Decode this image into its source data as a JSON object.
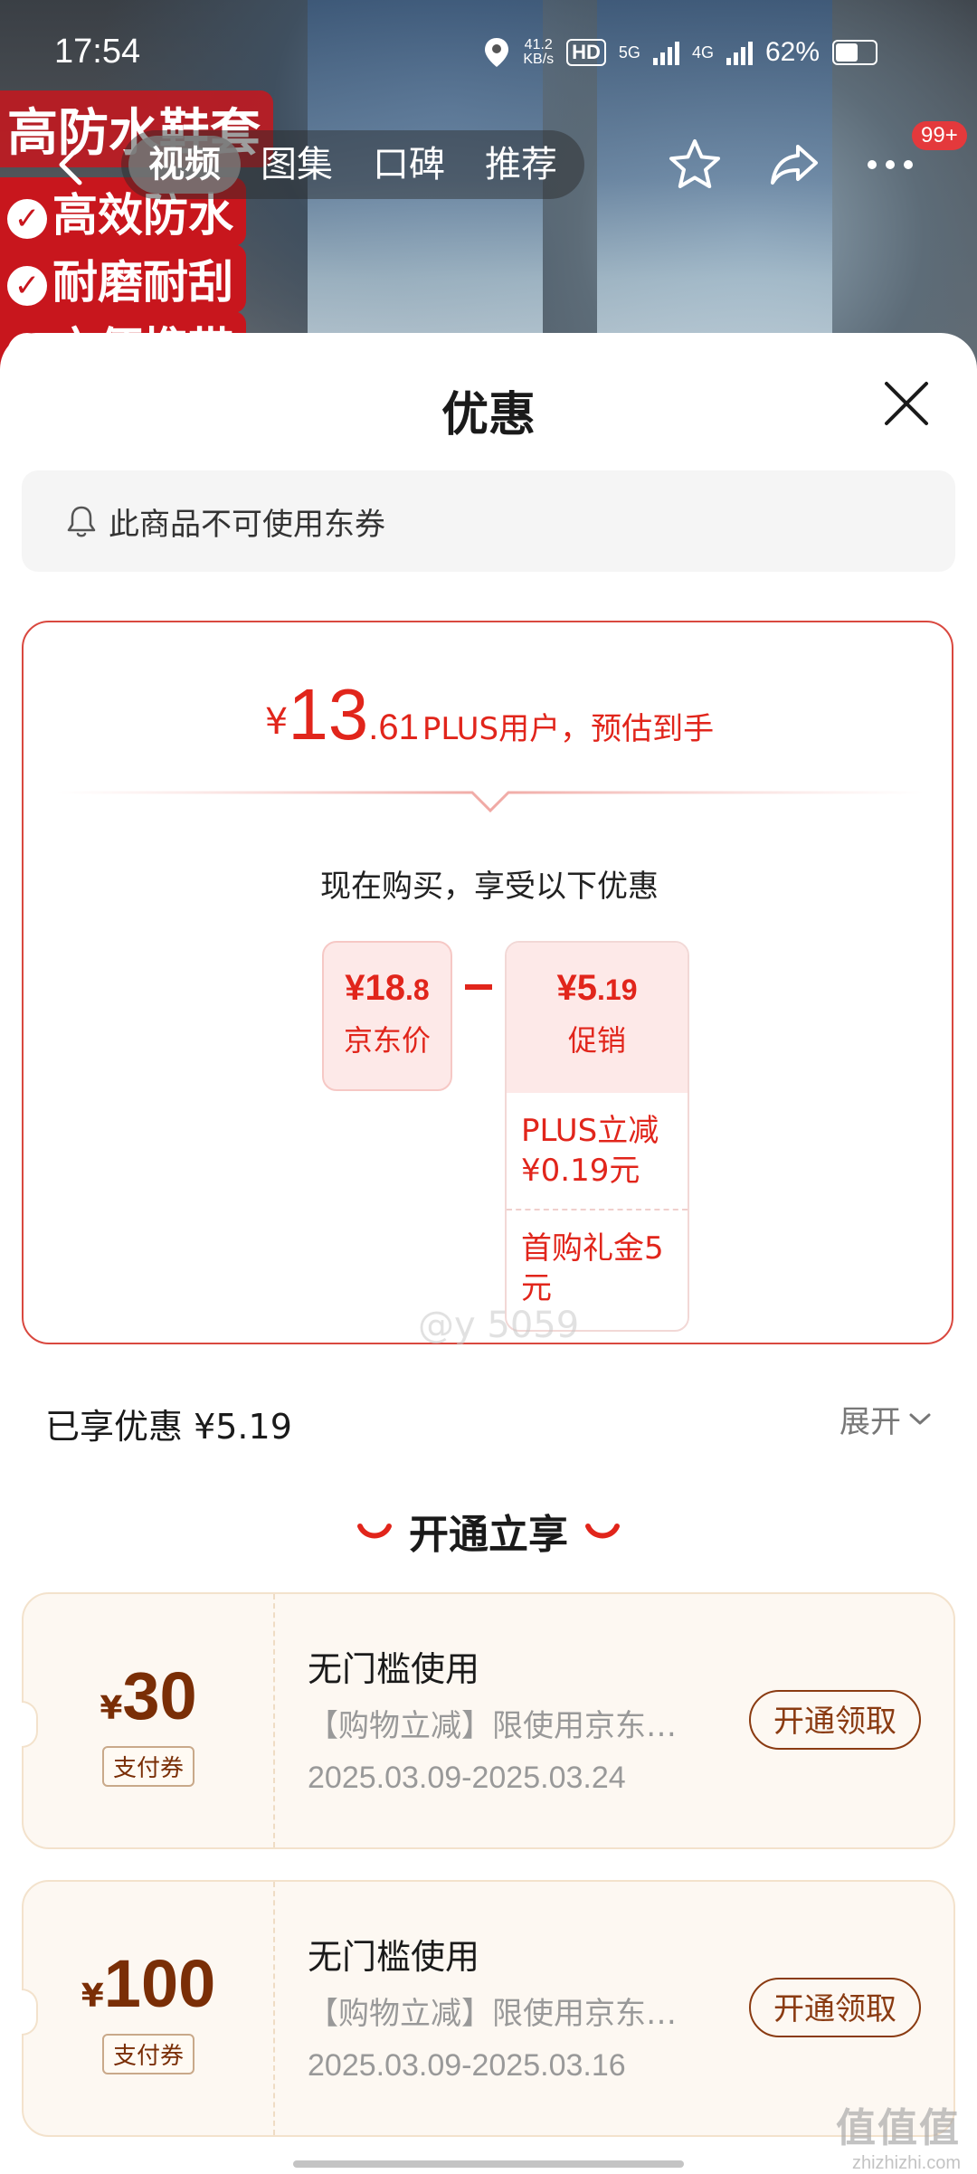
{
  "status_bar": {
    "time": "17:54",
    "net_speed_value": "41.2",
    "net_speed_unit": "KB/s",
    "hd": "HD",
    "net_5g": "5G",
    "net_4g": "4G",
    "battery_percent": "62%",
    "battery_level": 0.62
  },
  "background": {
    "promo_lines": [
      "高防水鞋套",
      "高效防水",
      "耐磨耐刮",
      "方便携带"
    ]
  },
  "nav": {
    "tabs": [
      "视频",
      "图集",
      "口碑",
      "推荐"
    ],
    "active_tab": "视频",
    "badge": "99+"
  },
  "sheet": {
    "title": "优惠",
    "notice": "此商品不可使用东券"
  },
  "price_card": {
    "currency": "¥",
    "final_int": "13",
    "final_dec": ".61",
    "final_text": "PLUS用户，预估到手",
    "buy_now_text": "现在购买，享受以下优惠",
    "jd_price_int": "¥18",
    "jd_price_dec": ".8",
    "jd_price_label": "京东价",
    "promo_int": "¥5",
    "promo_dec": ".19",
    "promo_label": "促销",
    "promo_items": [
      "PLUS立减¥0.19元",
      "首购礼金5元"
    ],
    "watermark": "@y 5059"
  },
  "summary": {
    "enjoyed": "已享优惠 ¥5.19",
    "expand": "展开"
  },
  "section": {
    "title": "开通立享"
  },
  "coupons": [
    {
      "currency": "¥",
      "amount": "30",
      "tag": "支付券",
      "title": "无门槛使用",
      "desc": "【购物立减】限使用京东…",
      "date": "2025.03.09-2025.03.24",
      "button": "开通领取"
    },
    {
      "currency": "¥",
      "amount": "100",
      "tag": "支付券",
      "title": "无门槛使用",
      "desc": "【购物立减】限使用京东…",
      "date": "2025.03.09-2025.03.16",
      "button": "开通领取"
    }
  ],
  "site_watermark": {
    "glyphs": "值值值",
    "url": "zhizhizhi.com"
  },
  "colors": {
    "accent_red": "#e1251b",
    "coupon_brown": "#7a2e06",
    "coupon_bg": "#fdf8f2"
  }
}
